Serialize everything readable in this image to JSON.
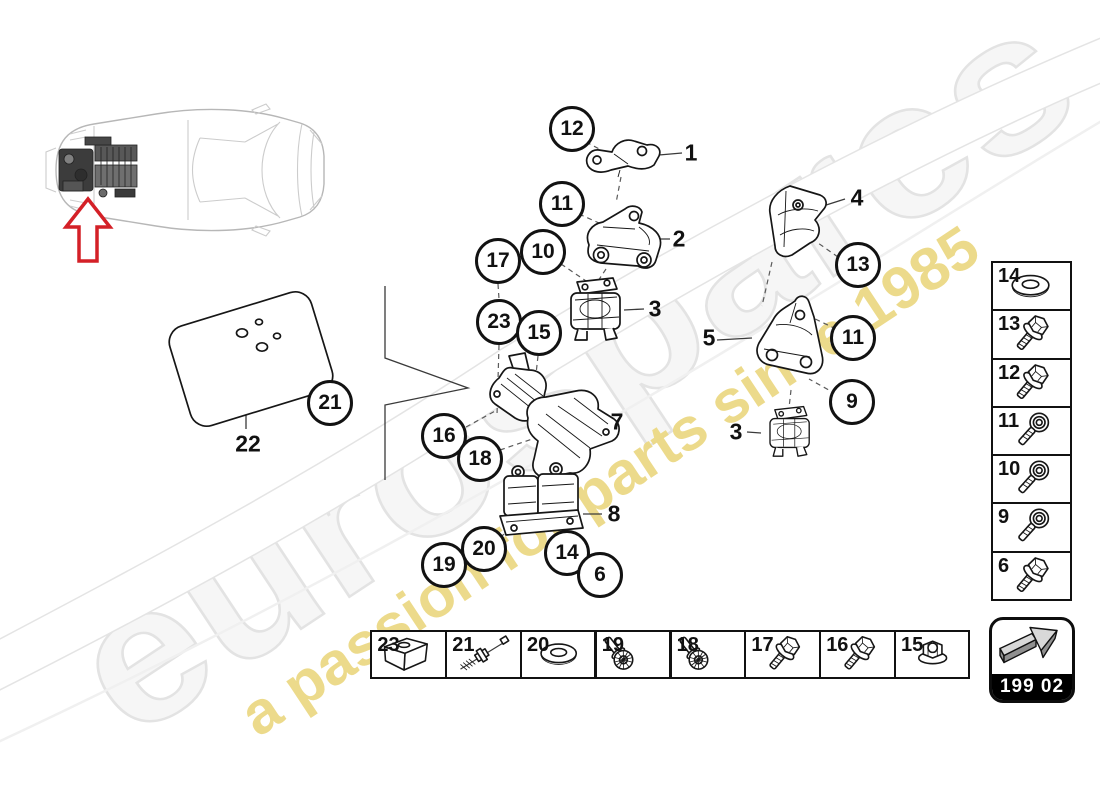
{
  "watermark": {
    "brand": "eurospares",
    "tagline": "a passion for parts since 1985",
    "brand_color": "#f2f2f2",
    "tagline_color": "#ecd985"
  },
  "diagram": {
    "callouts": [
      {
        "n": "12"
      },
      {
        "n": "11"
      },
      {
        "n": "10"
      },
      {
        "n": "17"
      },
      {
        "n": "23"
      },
      {
        "n": "15"
      },
      {
        "n": "16"
      },
      {
        "n": "18"
      },
      {
        "n": "19"
      },
      {
        "n": "20"
      },
      {
        "n": "14"
      },
      {
        "n": "6"
      },
      {
        "n": "21"
      },
      {
        "n": "13"
      },
      {
        "n": "11"
      },
      {
        "n": "9"
      }
    ],
    "part_labels": [
      {
        "n": "1"
      },
      {
        "n": "2"
      },
      {
        "n": "3"
      },
      {
        "n": "4"
      },
      {
        "n": "5"
      },
      {
        "n": "7"
      },
      {
        "n": "8"
      },
      {
        "n": "3"
      },
      {
        "n": "22"
      }
    ]
  },
  "hardware_column": {
    "items": [
      {
        "n": "14",
        "icon": "washer"
      },
      {
        "n": "13",
        "icon": "hex-flange-bolt"
      },
      {
        "n": "12",
        "icon": "hex-flange-bolt"
      },
      {
        "n": "11",
        "icon": "socket-head-bolt"
      },
      {
        "n": "10",
        "icon": "socket-head-bolt"
      },
      {
        "n": "9",
        "icon": "socket-head-bolt"
      },
      {
        "n": "6",
        "icon": "hex-socket-bolt"
      }
    ]
  },
  "hardware_row": {
    "items": [
      {
        "n": "23",
        "icon": "clip"
      },
      {
        "n": "21",
        "icon": "threaded-rod"
      },
      {
        "n": "20",
        "icon": "washer"
      },
      {
        "n": "19",
        "icon": "spline-bolt"
      },
      {
        "n": "18",
        "icon": "spline-bolt"
      },
      {
        "n": "17",
        "icon": "hex-flange-bolt"
      },
      {
        "n": "16",
        "icon": "hex-flange-bolt"
      },
      {
        "n": "15",
        "icon": "flange-nut"
      }
    ]
  },
  "ref_box": {
    "code": "199 02"
  }
}
